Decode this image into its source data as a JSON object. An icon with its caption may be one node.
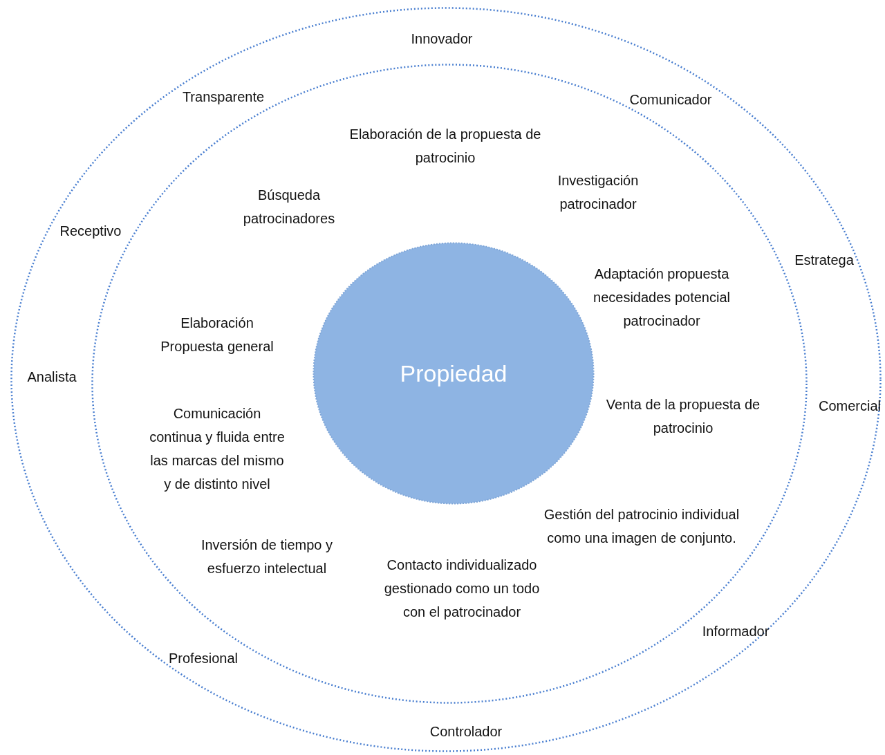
{
  "diagram": {
    "nodes": [
      {
        "text": [],
        "shape": "circle"
      },
      {
        "text": [],
        "shape": "circle",
        "in": 0
      },
      {
        "text": [
          "Propiedad"
        ],
        "in": 1
      }
    ],
    "edges": [],
    "labels": [
      "Innovador",
      "Transparente",
      "Comunicador",
      "Elaboración de la propuesta de patrocinio",
      "Investigación patrocinador",
      "Búsqueda patrocinadores",
      "Receptivo",
      "Estratega",
      "Adaptación propuesta necesidades potencial patrocinador",
      "Elaboración Propuesta general",
      "Analista",
      "Comercial",
      "Venta de la propuesta de patrocinio",
      "Comunicación continua y fluida entre las marcas del mismo y de distinto nivel",
      "Gestión del patrocinio individual como una imagen de conjunto.",
      "Inversión de tiempo y esfuerzo intelectual",
      "Contacto individualizado gestionado como un todo con el patrocinador",
      "Informador",
      "Profesional",
      "Controlador"
    ]
  }
}
